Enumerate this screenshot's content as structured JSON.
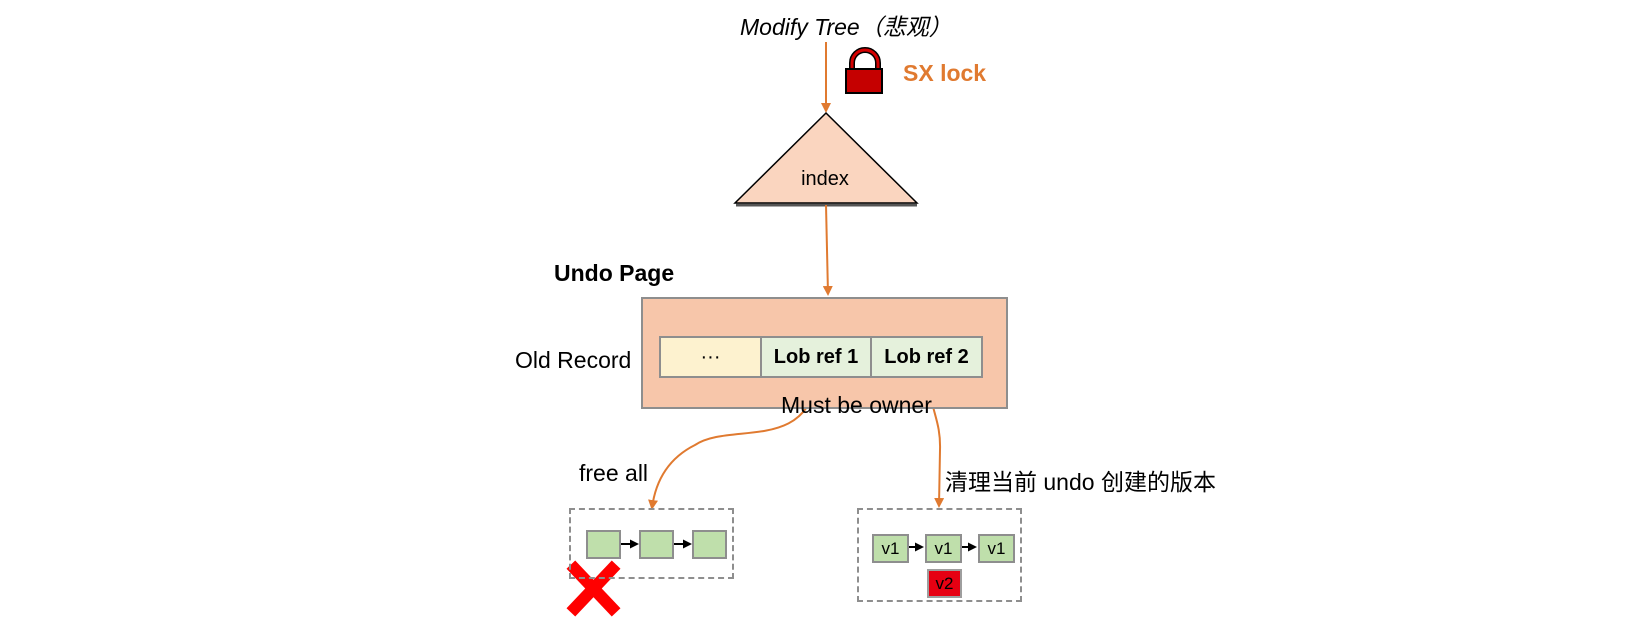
{
  "diagram": {
    "title": "Modify Tree（悲观）",
    "lock": {
      "label": "SX lock",
      "icon": "lock-icon",
      "color": "#e07a30",
      "icon_color": "#d40000"
    },
    "index": {
      "label": "index",
      "fill": "#fad5bf"
    },
    "undo_page": {
      "title": "Undo Page",
      "fill": "#f7c6aa",
      "old_record": {
        "label": "Old Record",
        "cells": [
          "···",
          "Lob ref 1",
          "Lob ref 2"
        ]
      }
    },
    "note_owner": "Must be owner",
    "left_branch": {
      "label": "free all",
      "mark": "x-mark-icon"
    },
    "right_branch": {
      "label": "清理当前 undo 创建的版本",
      "versions": [
        "v1",
        "v1",
        "v1"
      ],
      "new_version": "v2"
    },
    "arrow_color": "#e07a30"
  }
}
